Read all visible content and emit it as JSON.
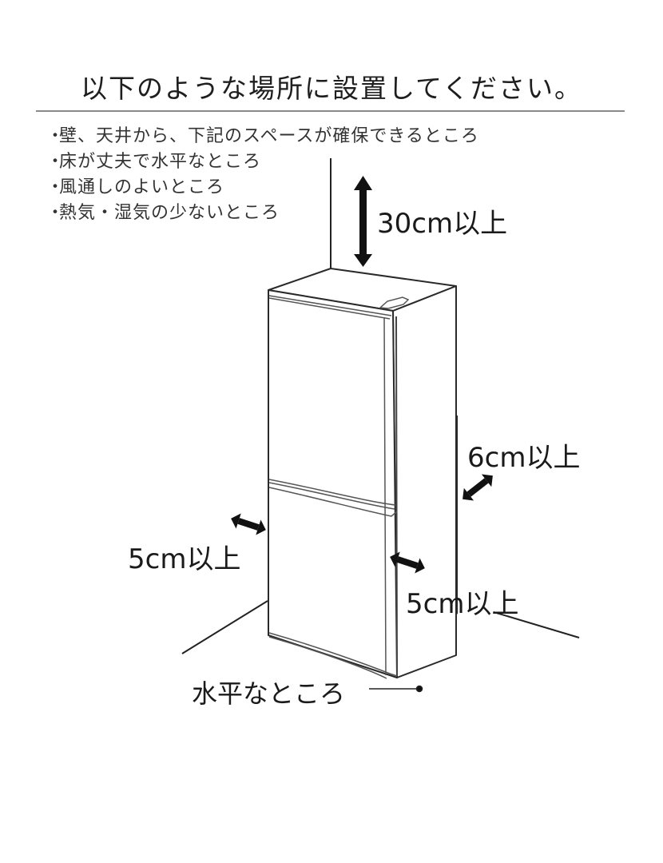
{
  "title": "以下のような場所に設置してください。",
  "bullets": [
    {
      "marker": "・",
      "text": "壁、天井から、下記のスペースが確保できるところ"
    },
    {
      "marker": "・",
      "text": "床が丈夫で水平なところ"
    },
    {
      "marker": "・",
      "text": "風通しのよいところ"
    },
    {
      "marker": "・",
      "text": "熱気・湿気の少ないところ"
    }
  ],
  "clearances": {
    "top": "30cm以上",
    "back": "6cm以上",
    "left": "5cm以上",
    "right": "5cm以上"
  },
  "floor_label": "水平なところ",
  "colors": {
    "text": "#1a1a1a",
    "rule": "#8a8a8a",
    "line": "#222222",
    "background": "#ffffff"
  }
}
